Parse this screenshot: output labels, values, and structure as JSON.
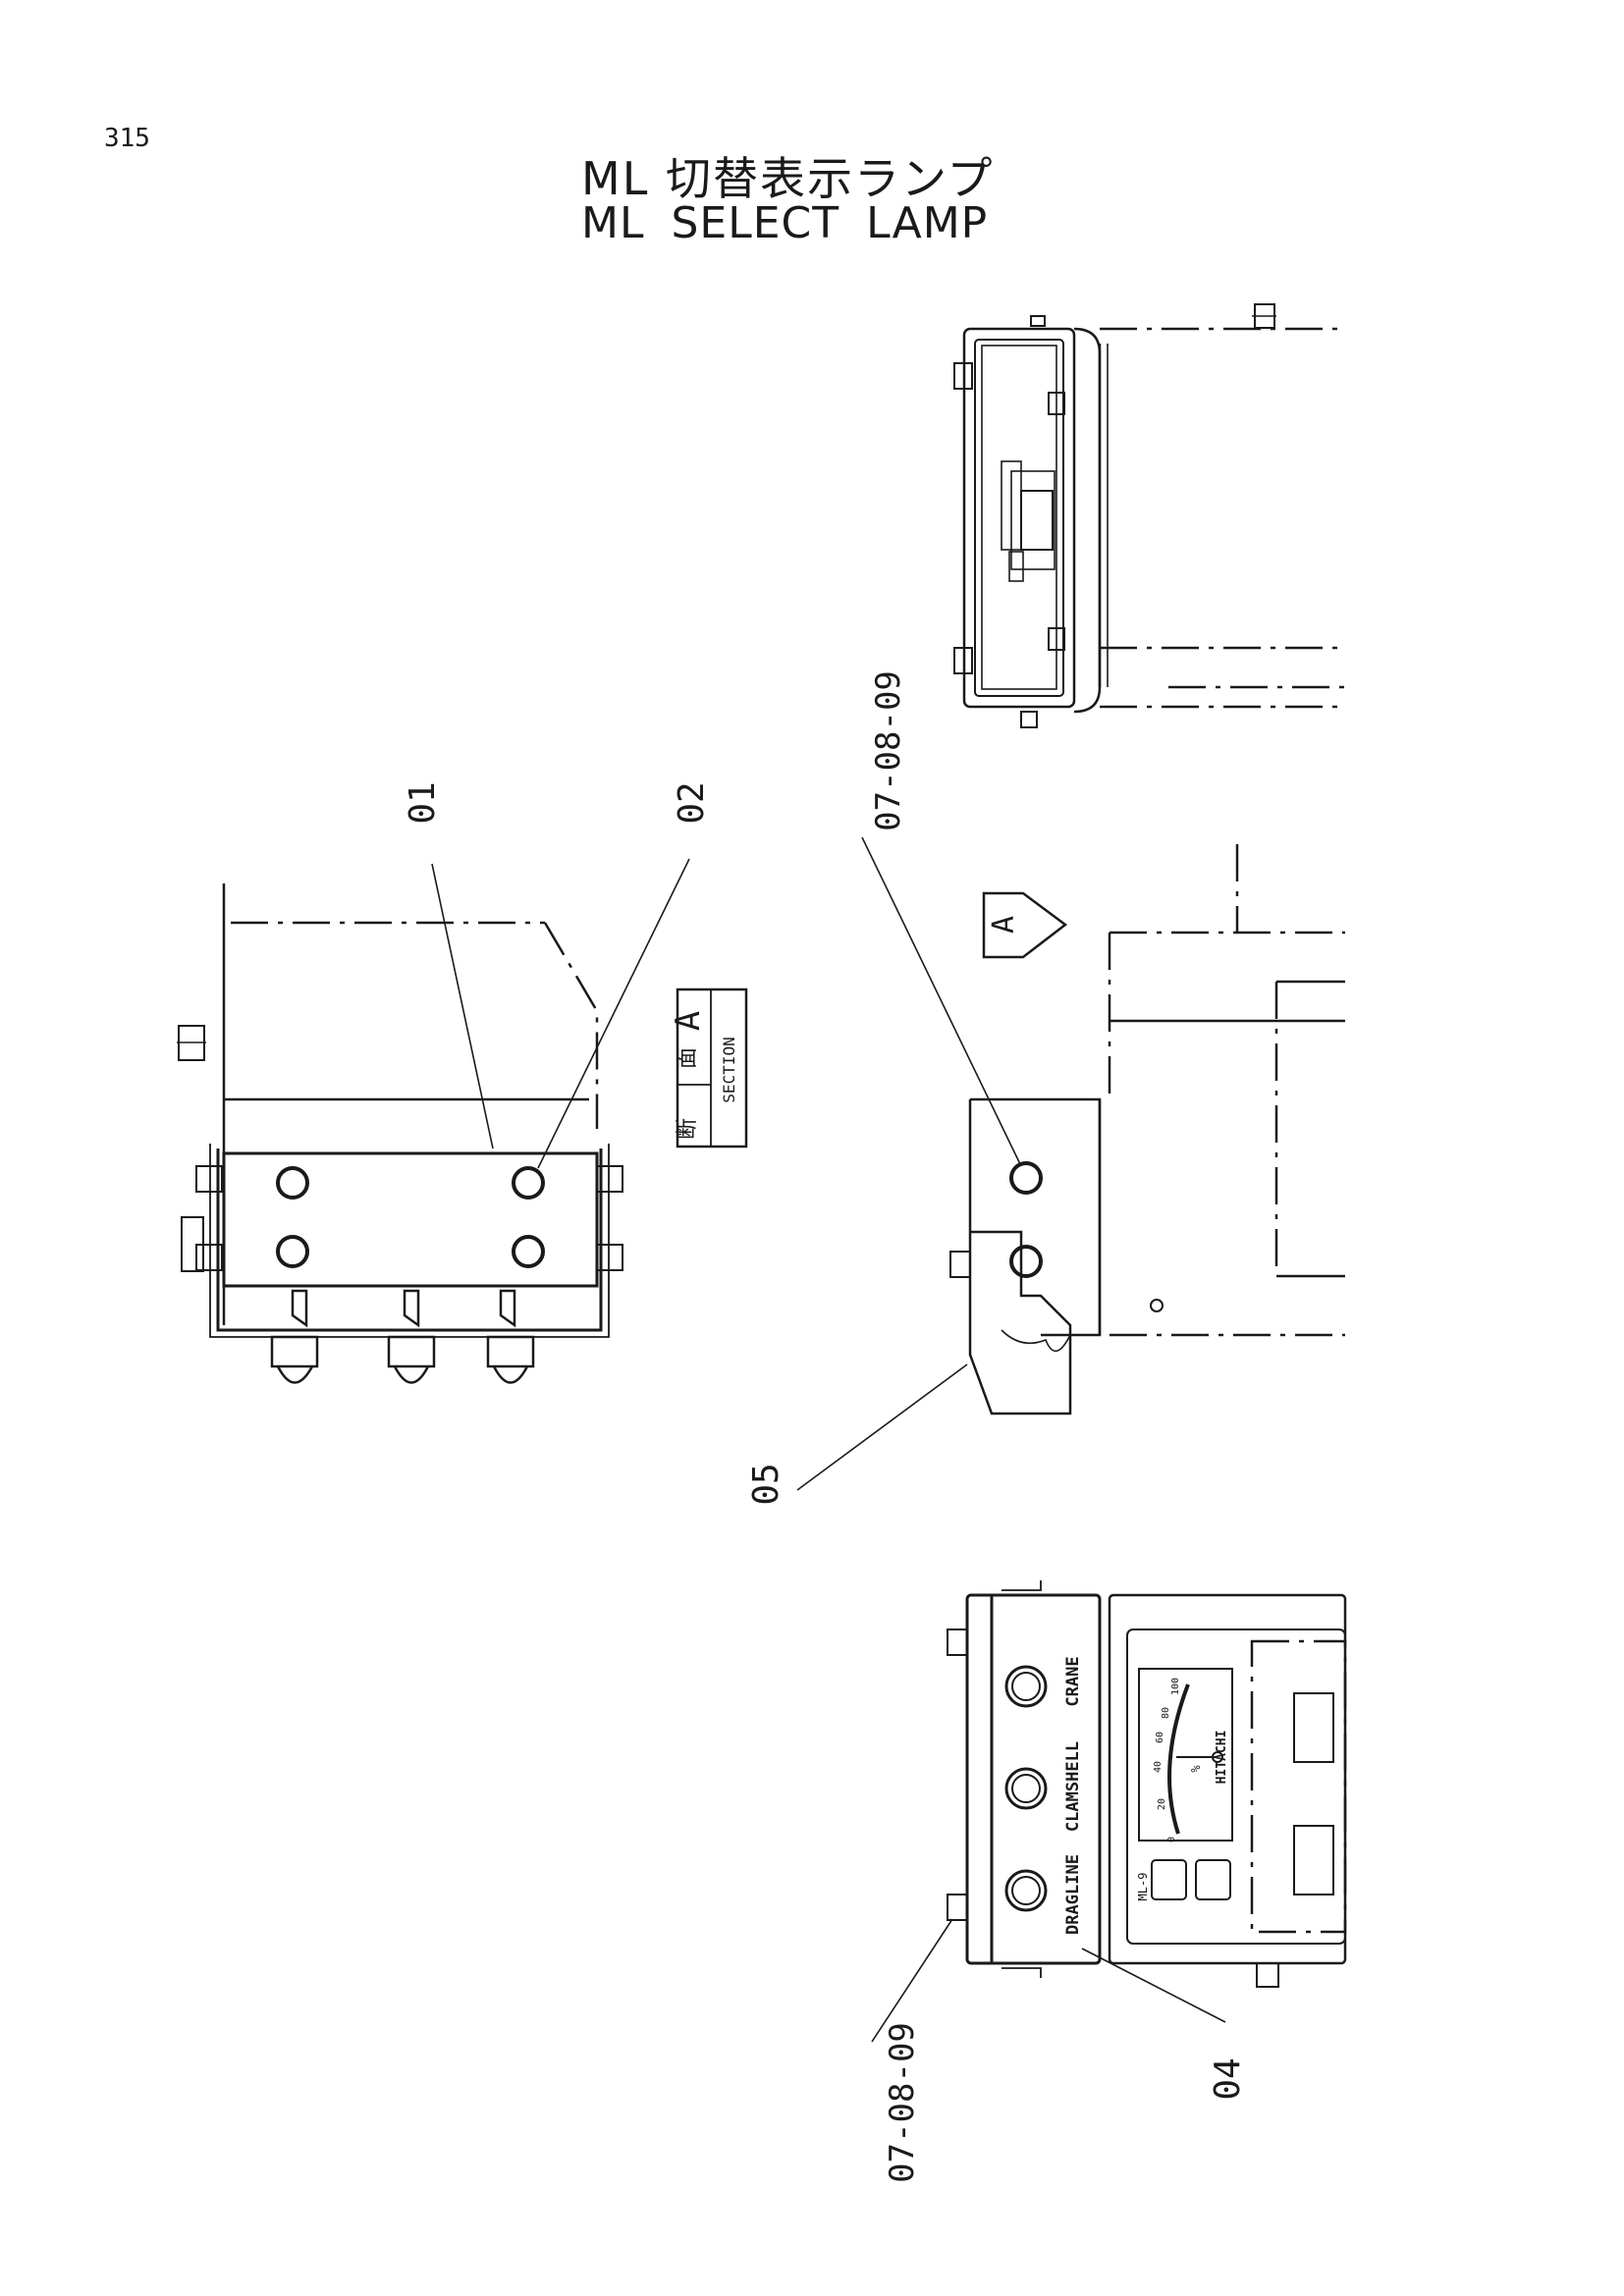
{
  "page_number": "315",
  "title_jp": "ML 切替表示ランプ",
  "title_en": "ML SELECT LAMP",
  "section_box": {
    "jp_1": "断",
    "jp_2": "面",
    "letter": "A",
    "en": "SECTION"
  },
  "view_arrow_letter": "A",
  "callouts": [
    "01",
    "02",
    "07-08-09",
    "05",
    "07-08-09",
    "04"
  ],
  "panel_labels": [
    "DRAGLINE",
    "CLAMSHELL",
    "CRANE"
  ],
  "meter": {
    "brand": "HITACHI",
    "unit": "%",
    "ticks": [
      "0",
      "20",
      "40",
      "60",
      "80",
      "100"
    ],
    "model": "ML-9"
  },
  "colors": {
    "ink": "#1a1a1a",
    "paper": "#ffffff"
  }
}
